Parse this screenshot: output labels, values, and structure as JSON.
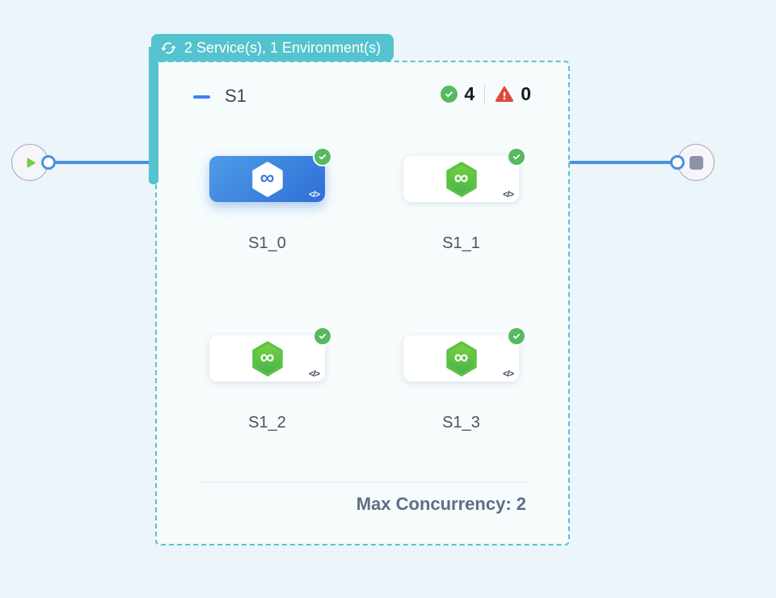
{
  "badge": {
    "label": "2 Service(s), 1 Environment(s)"
  },
  "group": {
    "title": "S1",
    "success_count": "4",
    "failure_count": "0",
    "max_concurrency": "Max Concurrency: 2"
  },
  "services": [
    {
      "name": "S1_0",
      "selected": true,
      "status": "success"
    },
    {
      "name": "S1_1",
      "selected": false,
      "status": "success"
    },
    {
      "name": "S1_2",
      "selected": false,
      "status": "success"
    },
    {
      "name": "S1_3",
      "selected": false,
      "status": "success"
    }
  ],
  "glyphs": {
    "code": "</>",
    "infinity": "∞"
  },
  "colors": {
    "page_background": "#ecf5f9",
    "badge_teal": "#54c3cf",
    "dashed_border_teal": "#4ec6d3",
    "edge_blue": "#4a90e2",
    "collapse_dash_blue": "#3c82f5",
    "selected_card_blue_start": "#4f9ce8",
    "selected_card_blue_end": "#2e6ed6",
    "service_green_start": "#79d33e",
    "service_green_end": "#46b14e",
    "success_green": "#57b960",
    "error_red": "#dd4a38",
    "play_green": "#7cc850",
    "stop_gray": "#8e93a8"
  }
}
